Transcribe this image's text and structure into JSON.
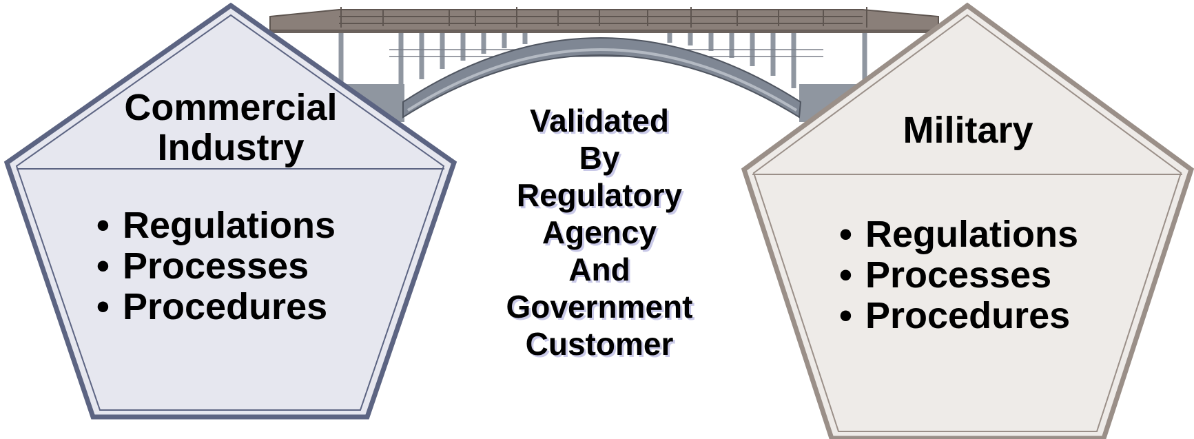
{
  "left_panel": {
    "title_lines": [
      "Commercial",
      "Industry"
    ],
    "items": [
      "Regulations",
      "Processes",
      "Procedures"
    ],
    "fill": "#e6e7ef",
    "border": "#5c6482"
  },
  "right_panel": {
    "title_lines": [
      "Military"
    ],
    "items": [
      "Regulations",
      "Processes",
      "Procedures"
    ],
    "fill": "#eeebe8",
    "border": "#9a8f88"
  },
  "center": {
    "lines": [
      "Validated",
      "By",
      "Regulatory",
      "Agency",
      "And",
      "Government",
      "Customer"
    ]
  },
  "bridge": {
    "icon": "bridge-icon",
    "deck_color": "#857a74",
    "arch_color": "#7f8794",
    "pillar_color": "#8f96a0"
  },
  "bullet_glyph": "•"
}
